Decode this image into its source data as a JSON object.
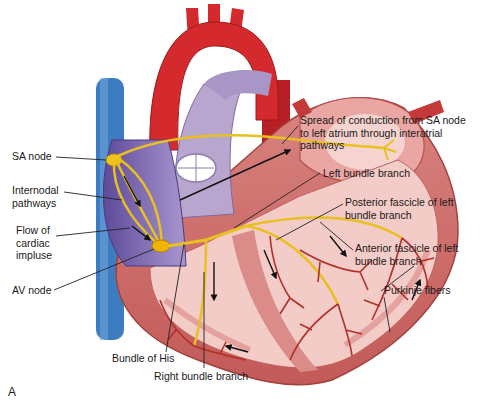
{
  "diagram": {
    "labels": [
      "SA node",
      "Internodal pathways",
      "Flow of cardiac impluse",
      "AV node",
      "Bundle of His",
      "Right bundle branch",
      "Spread of conduction from SA node to left atrium through interatrial pathways",
      "Left bundle branch",
      "Posterior fascicle of left bundle branch",
      "Anterior fascicle of left bundle branch",
      "Purkinje fibers",
      "A"
    ]
  }
}
